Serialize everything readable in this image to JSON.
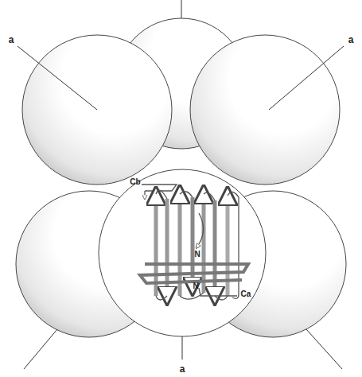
{
  "diagram": {
    "labels": [
      "a",
      "a",
      "Cb",
      "N",
      "N",
      "Ca",
      "a"
    ]
  }
}
